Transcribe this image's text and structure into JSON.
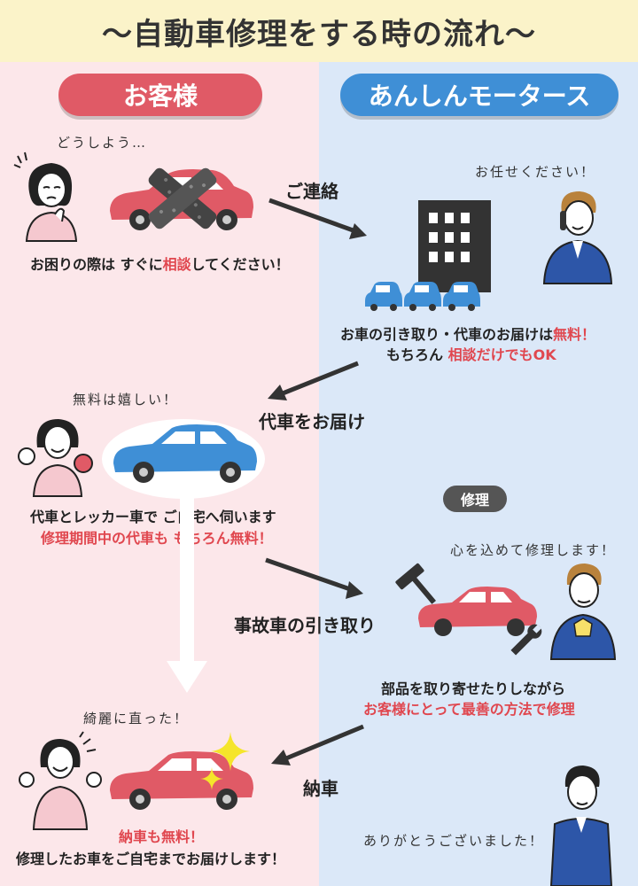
{
  "title": "〜自動車修理をする時の流れ〜",
  "labels": {
    "customer": "お客様",
    "shop": "あんしんモータース"
  },
  "colors": {
    "customer_accent": "#e05a66",
    "shop_accent": "#3f8fd6",
    "highlight": "#e0474f",
    "header_bg": "#fbf3c9"
  },
  "bubbles": {
    "worried": "どうしよう…",
    "leave_it": "お任せください！",
    "free_happy": "無料は嬉しい！",
    "heartfelt": "心を込めて修理します！",
    "fixed": "綺麗に直った！",
    "thanks": "ありがとうございました！"
  },
  "steps": {
    "contact": "ご連絡",
    "deliver_substitute": "代車をお届け",
    "repair": "修理",
    "pickup": "事故車の引き取り",
    "return": "納車"
  },
  "texts": {
    "trouble": {
      "a": "お困りの際は すぐに",
      "b": "相談",
      "c": "してください！"
    },
    "pickup_free": {
      "a": "お車の引き取り・代車のお届けは",
      "b": "無料！"
    },
    "consult_ok": {
      "a": "もちろん",
      "b": "相談だけでもOK"
    },
    "substitute_visit": "代車とレッカー車で ご自宅へ伺います",
    "substitute_free": "修理期間中の代車も もちろん無料！",
    "parts": "部品を取り寄せたりしながら",
    "best_method": "お客様にとって最善の方法で修理",
    "delivery_free": "納車も無料！",
    "delivery_home": "修理したお車をご自宅までお届けします！"
  },
  "icons": [
    "damaged-car-icon",
    "office-building-icon",
    "blue-car-icon",
    "hammer-icon",
    "wrench-icon",
    "sparkle-icon",
    "down-arrow-icon"
  ]
}
